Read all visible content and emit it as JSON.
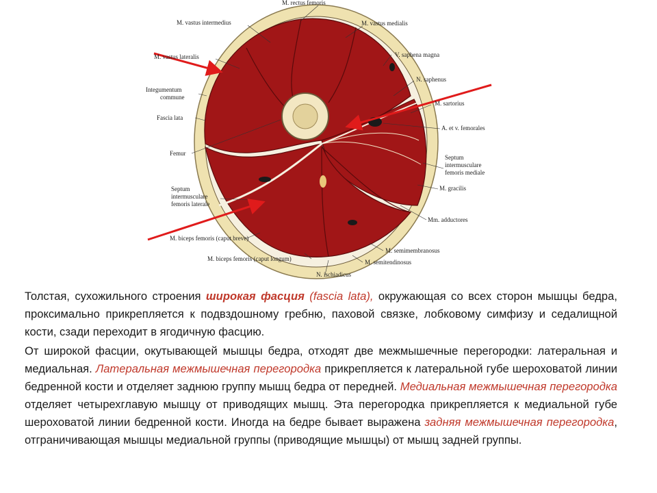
{
  "colors": {
    "muscle": "#a11617",
    "muscle_dark": "#7a0e10",
    "fat": "#efe2b0",
    "fascia": "#f6f0e0",
    "arrow": "#e01b1b",
    "text": "#1a1a1a",
    "highlight": "#c0392b"
  },
  "figure": {
    "labels": {
      "rectus_femoris": "M. rectus femoris",
      "vastus_intermedius": "M. vastus intermedius",
      "vastus_medialis": "M. vastus medialis",
      "vastus_lateralis": "M. vastus lateralis",
      "saphena_magna": "V. saphena magna",
      "integumentum_1": "Integumentum",
      "integumentum_2": "commune",
      "saphenus": "N. saphenus",
      "sartorius": "M. sartorius",
      "fascia_lata": "Fascia lata",
      "femorales": "A. et v. femorales",
      "femur": "Femur",
      "septum_med_1": "Septum",
      "septum_med_2": "intermusculare",
      "septum_med_3": "femoris mediale",
      "gracilis": "M. gracilis",
      "septum_lat_1": "Septum",
      "septum_lat_2": "intermusculare",
      "septum_lat_3": "femoris laterale",
      "adductores": "Mm. adductores",
      "biceps_breve": "M. biceps femoris (caput breve)",
      "semimembranosus": "M. semimembranosus",
      "biceps_longum": "M. biceps femoris (caput longum)",
      "semitendinosus": "M. semitendinosus",
      "ischiadicus": "N. ischiadicus"
    }
  },
  "text": {
    "p1": {
      "a": "Толстая, сухожильного строения ",
      "b": "широкая фасция",
      "c": " (fascia lata),",
      "d": " окружающая со всех сторон мышцы бедра, проксимально прикрепляется к подвздошному гребню, паховой связке, лобковому симфизу и седалищной кости, сзади переходит в ягодичную фасцию."
    },
    "p2": {
      "a": "От широкой фасции, окутывающей мышцы бедра, отходят две межмышечные перегородки: латеральная и медиальная. ",
      "b": "Латеральная межмышечная перегородка",
      "c": " прикрепляется к латеральной губе шероховатой линии бедренной кости и отделяет заднюю группу мышц бедра от передней. ",
      "d": "Медиальная межмышечная перегородка",
      "e": " отделяет четырехглавую мышцу от приводящих мышц. Эта перегородка прикрепляется к медиальной губе шероховатой линии бедренной кости. Иногда на бедре бывает выражена ",
      "f": "задняя межмышечная перегородка",
      "g": ", отграничивающая мышцы медиальной группы (приводящие мышцы) от мышц задней группы."
    }
  }
}
